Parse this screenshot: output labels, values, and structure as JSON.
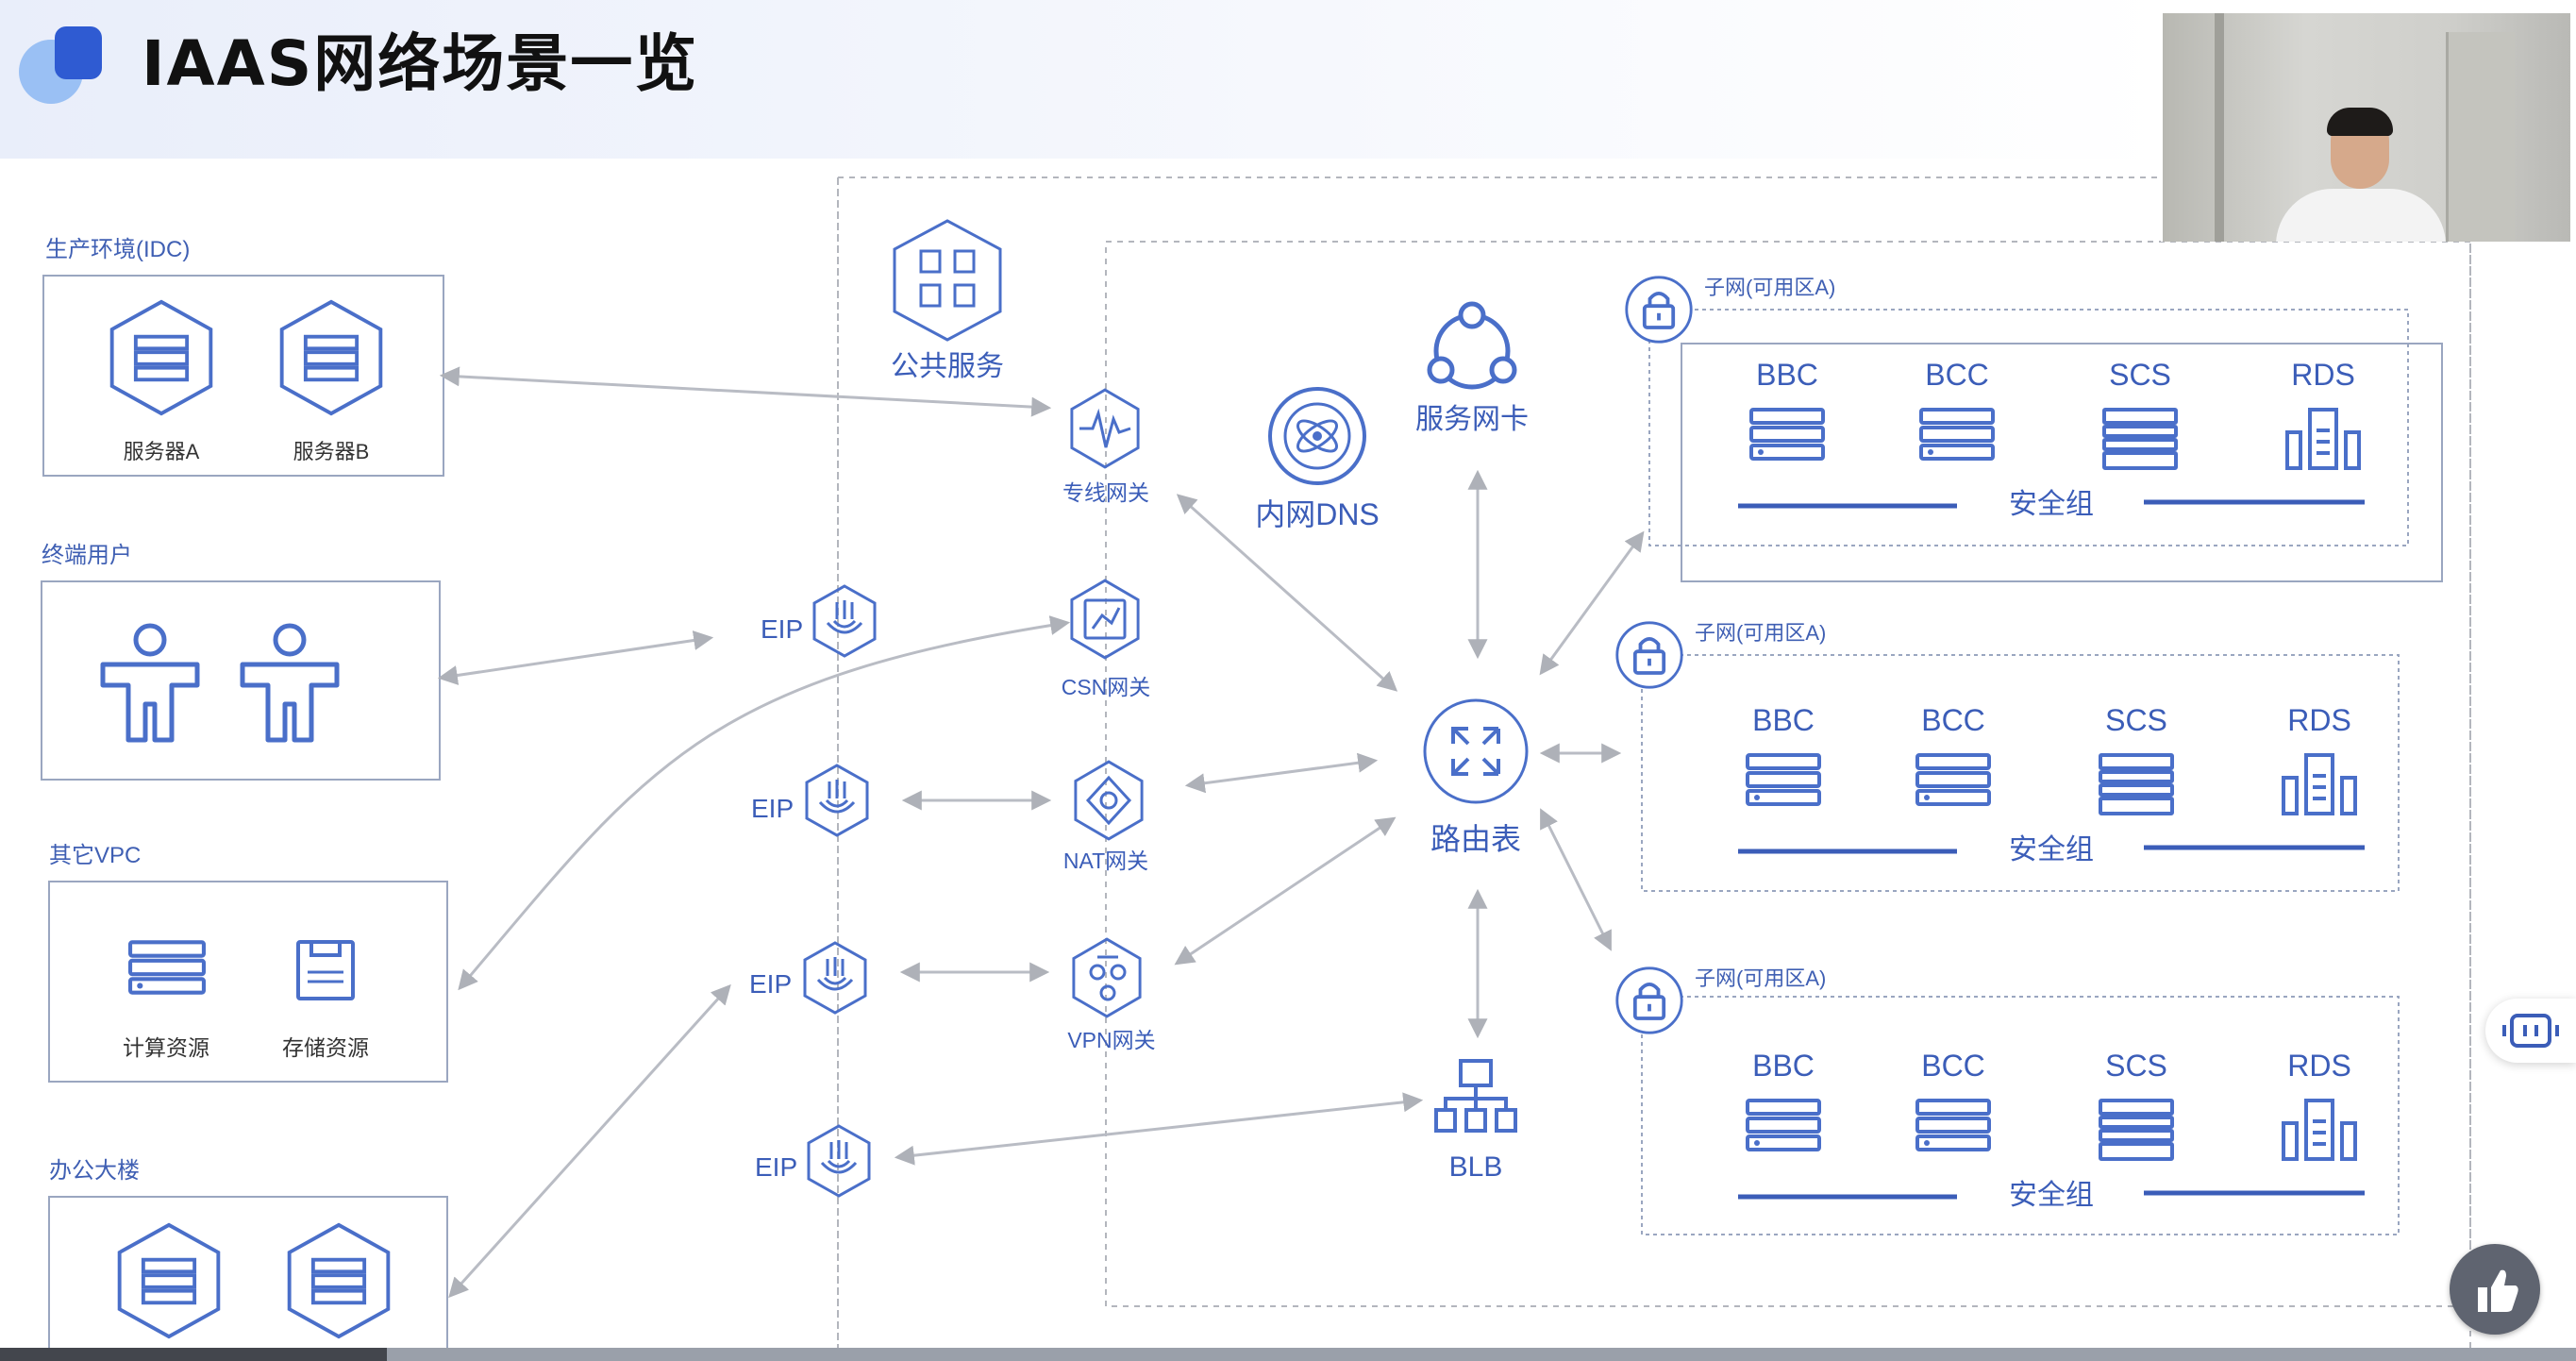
{
  "slide": {
    "title": "IAAS网络场景一览"
  },
  "colors": {
    "accent": "#2f5bd2",
    "icon_stroke": "#4a6fc9",
    "line": "#b9bcc4",
    "text_gray": "#555b66"
  },
  "left_groups": {
    "idc": {
      "label": "生产环境(IDC)",
      "items": [
        "服务器A",
        "服务器B"
      ]
    },
    "users": {
      "label": "终端用户"
    },
    "other_vpc": {
      "label": "其它VPC",
      "items": [
        "计算资源",
        "存储资源"
      ]
    },
    "office": {
      "label": "办公大楼"
    }
  },
  "eip": {
    "label": "EIP"
  },
  "public_service": {
    "label": "公共服务"
  },
  "gateways": {
    "dedicated": "专线网关",
    "csn": "CSN网关",
    "nat": "NAT网关",
    "vpn": "VPN网关"
  },
  "center": {
    "dns": "内网DNS",
    "eni": "服务网卡",
    "route_table": "路由表",
    "blb": "BLB"
  },
  "subnets": [
    {
      "label": "子网(可用区A)",
      "resources": [
        "BBC",
        "BCC",
        "SCS",
        "RDS"
      ],
      "security_group": "安全组"
    },
    {
      "label": "子网(可用区A)",
      "resources": [
        "BBC",
        "BCC",
        "SCS",
        "RDS"
      ],
      "security_group": "安全组"
    },
    {
      "label": "子网(可用区A)",
      "resources": [
        "BBC",
        "BCC",
        "SCS",
        "RDS"
      ],
      "security_group": "安全组"
    }
  ],
  "icons": {
    "logo": "brand-logo-icon",
    "server": "server-icon",
    "user": "user-icon",
    "storage": "storage-icon",
    "eip": "eip-icon",
    "public_service": "grid-apps-icon",
    "dedicated": "pulse-icon",
    "csn": "csn-icon",
    "nat": "nat-icon",
    "vpn": "vpn-icon",
    "dns": "dns-icon",
    "eni": "share-nodes-icon",
    "route": "expand-arrows-icon",
    "blb": "hierarchy-icon",
    "lock": "lock-icon",
    "rds": "database-bars-icon",
    "thumb": "thumbs-up-icon",
    "side": "robot-icon"
  }
}
